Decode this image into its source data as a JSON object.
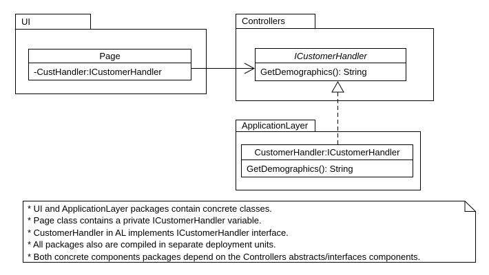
{
  "diagram": {
    "packages": {
      "ui": {
        "name": "UI"
      },
      "controllers": {
        "name": "Controllers"
      },
      "application_layer": {
        "name": "ApplicationLayer"
      }
    },
    "classes": {
      "page": {
        "name": "Page",
        "attribute": "-CustHandler:ICustomerHandler"
      },
      "icustomer_handler": {
        "name": "ICustomerHandler",
        "operation": "GetDemographics(): String"
      },
      "customer_handler": {
        "name": "CustomerHandler:ICustomerHandler",
        "operation": "GetDemographics(): String"
      }
    },
    "relationships": {
      "association": {
        "from": "Page",
        "to": "ICustomerHandler",
        "style": "solid-open-arrow"
      },
      "realization": {
        "from": "CustomerHandler:ICustomerHandler",
        "to": "ICustomerHandler",
        "style": "dashed-hollow-triangle"
      }
    },
    "note": {
      "lines": [
        "* UI and ApplicationLayer packages contain concrete classes.",
        "* Page class contains a private ICustomerHandler variable.",
        "* CustomerHandler in AL implements ICustomerHandler interface.",
        "* All packages also are compiled in separate deployment units.",
        "* Both concrete components packages depend on the Controllers abstracts/interfaces components."
      ]
    },
    "colors": {
      "line": "#000000",
      "background": "#ffffff",
      "text": "#000000"
    }
  }
}
